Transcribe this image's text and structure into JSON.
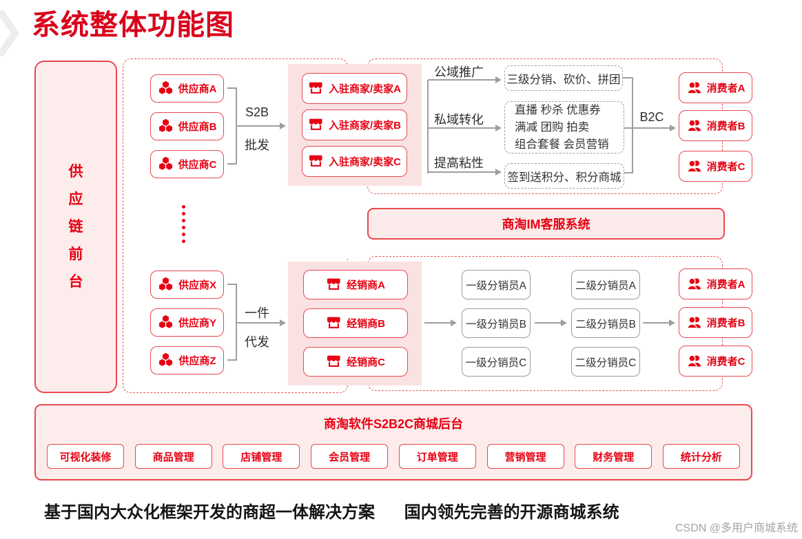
{
  "title": "系统整体功能图",
  "sidebar": {
    "label": "供应链前台",
    "chars": [
      "供",
      "应",
      "链",
      "前",
      "台"
    ]
  },
  "top_flow": {
    "suppliers": [
      "供应商A",
      "供应商B",
      "供应商C"
    ],
    "s2b_label": "S2B",
    "wholesale_label": "批发",
    "merchants": [
      "入驻商家/卖家A",
      "入驻商家/卖家B",
      "入驻商家/卖家C"
    ],
    "channels": [
      {
        "label": "公域推广",
        "target": "三级分销、砍价、拼团"
      },
      {
        "label": "私域转化",
        "target_lines": [
          "直播 秒杀 优惠券",
          "满减 团购 拍卖",
          "组合套餐 会员营销"
        ]
      },
      {
        "label": "提高粘性",
        "target": "签到送积分、积分商城"
      }
    ],
    "b2c_label": "B2C",
    "consumers": [
      "消费者A",
      "消费者B",
      "消费者C"
    ]
  },
  "im_title": "商淘IM客服系统",
  "bottom_flow": {
    "suppliers": [
      "供应商X",
      "供应商Y",
      "供应商Z"
    ],
    "dropship_label_top": "一件",
    "dropship_label_bottom": "代发",
    "dealers": [
      "经销商A",
      "经销商B",
      "经销商C"
    ],
    "level1": [
      "一级分销员A",
      "一级分销员B",
      "一级分销员C"
    ],
    "level2": [
      "二级分销员A",
      "二级分销员B",
      "二级分销员C"
    ],
    "consumers": [
      "消费者A",
      "消费者B",
      "消费者C"
    ]
  },
  "backend": {
    "title": "商淘软件S2B2C商城后台",
    "modules": [
      "可视化装修",
      "商品管理",
      "店铺管理",
      "会员管理",
      "订单管理",
      "营销管理",
      "财务管理",
      "统计分析"
    ]
  },
  "tagline": {
    "part1": "基于国内大众化框架开发的商超一体解决方案",
    "part2": "国内领先完善的开源商城系统"
  },
  "watermark": "CSDN @多用户商城系统",
  "colors": {
    "primary_red": "#e60012",
    "title_red": "#d9001b",
    "border_red": "#e6494e",
    "pink_fill": "#fdecec",
    "panel_pink": "#fbe2e2",
    "connector_gray": "#9e9e9e",
    "text_dark": "#333333"
  }
}
